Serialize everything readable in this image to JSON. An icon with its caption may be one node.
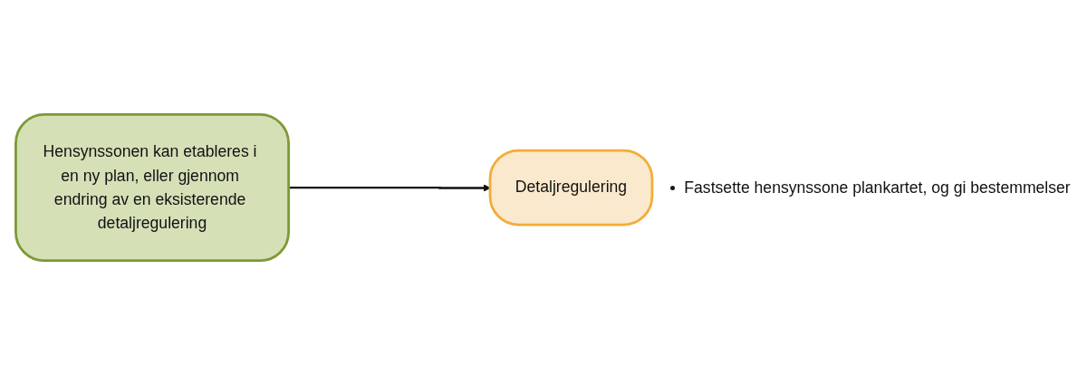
{
  "diagram": {
    "nodes": [
      {
        "text": [
          "Hensynssonen kan etableres i en ny plan, eller gjennom endring av en eksisterende detaljregulering"
        ]
      },
      {
        "text": [
          "Detaljregulering"
        ],
        "beside": [
          "Fastsette hensynssone plankartet, og gi bestemmelser"
        ]
      }
    ],
    "edges": [
      {
        "from": 0,
        "to": 1,
        "arrow": "to"
      }
    ]
  }
}
